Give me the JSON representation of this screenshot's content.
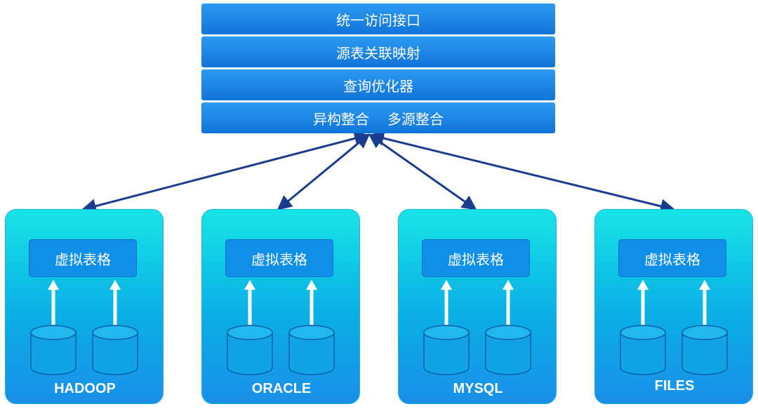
{
  "stack": {
    "layers": [
      {
        "label": "统一访问接口"
      },
      {
        "label": "源表关联映射"
      },
      {
        "label": "查询优化器"
      },
      {
        "label_a": "异构整合",
        "label_b": "多源整合"
      }
    ]
  },
  "sources": [
    {
      "virtual_table": "虚拟表格",
      "name": "HADOOP"
    },
    {
      "virtual_table": "虚拟表格",
      "name": "ORACLE"
    },
    {
      "virtual_table": "虚拟表格",
      "name": "MYSQL"
    },
    {
      "virtual_table": "虚拟表格",
      "name": "FILES"
    }
  ],
  "colors": {
    "layer": "#1e88e5",
    "panel_top": "#17e4e6",
    "panel_bottom": "#1a8fe8",
    "connector": "#1a3c8c",
    "cylinder": "#12a3e6"
  },
  "icons": {
    "database": "database-cylinder-icon",
    "flow": "up-arrow-icon",
    "connector": "double-arrow-icon"
  }
}
